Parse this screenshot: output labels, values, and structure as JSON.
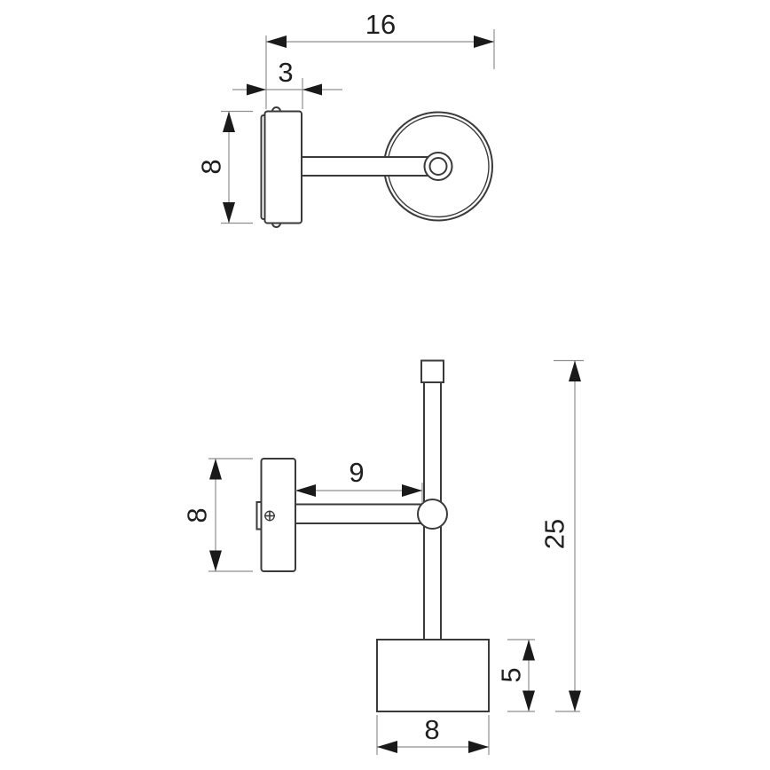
{
  "drawing": {
    "kind": "technical-dimension-drawing",
    "views": {
      "top_view": {
        "dims": {
          "total_width": "16",
          "plate_depth": "3",
          "plate_height": "8"
        }
      },
      "front_view": {
        "dims": {
          "arm_length": "9",
          "plate_height": "8",
          "total_height": "25",
          "shade_height": "5",
          "shade_width": "8"
        }
      }
    },
    "colors": {
      "outline": "#3a3a3a",
      "dimension_line": "#8f8f8f",
      "arrow": "#1a1a1a",
      "text": "#1f1f1f",
      "background": "#ffffff"
    }
  }
}
